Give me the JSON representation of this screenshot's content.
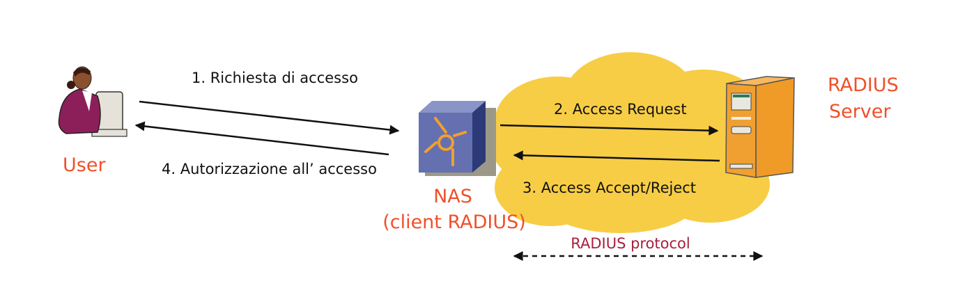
{
  "nodes": {
    "user": {
      "label": "User",
      "icon": "user-at-computer-icon"
    },
    "nas": {
      "label": "NAS",
      "sublabel": "(client RADIUS)",
      "icon": "router-cube-icon"
    },
    "server": {
      "label_line1": "RADIUS",
      "label_line2": "Server",
      "icon": "server-tower-icon"
    }
  },
  "messages": {
    "step1": "1. Richiesta di accesso",
    "step2": "2. Access Request",
    "step3": "3. Access Accept/Reject",
    "step4": "4. Autorizzazione all’ accesso"
  },
  "protocol": {
    "label": "RADIUS protocol"
  },
  "colors": {
    "label_orange": "#f0502a",
    "cloud": "#f7cd45",
    "protocol_label": "#a8203c",
    "nas_blue": "#6470b0",
    "server_orange": "#f0a030"
  }
}
